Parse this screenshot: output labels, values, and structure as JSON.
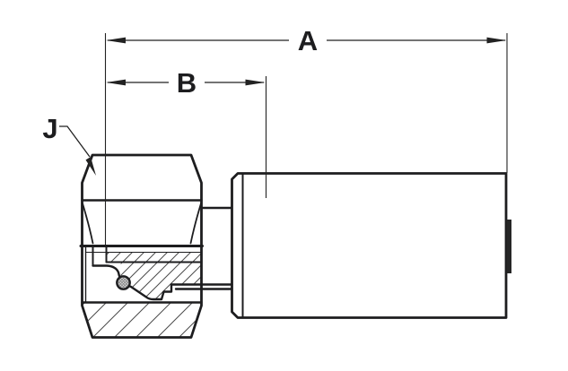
{
  "drawing": {
    "type": "technical-drawing",
    "subject": "hose-fitting-cross-section",
    "background_color": "#ffffff",
    "line_color": "#1d1d1f",
    "hatch_color": "#4a4a4a",
    "labels": {
      "dim_a": "A",
      "dim_b": "B",
      "callout_j": "J"
    }
  }
}
